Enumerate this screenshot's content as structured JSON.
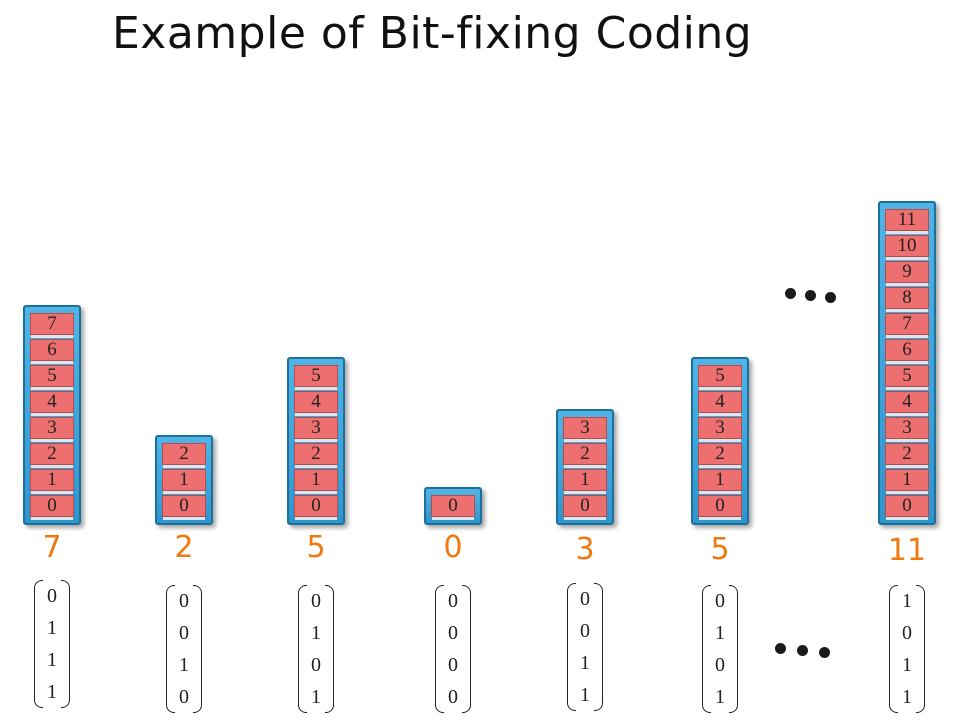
{
  "title": "Example of Bit-fixing Coding",
  "stacks": [
    {
      "count": "7",
      "slots": [
        "7",
        "6",
        "5",
        "4",
        "3",
        "2",
        "1",
        "0"
      ],
      "vector": [
        "0",
        "1",
        "1",
        "1"
      ]
    },
    {
      "count": "2",
      "slots": [
        "2",
        "1",
        "0"
      ],
      "vector": [
        "0",
        "0",
        "1",
        "0"
      ]
    },
    {
      "count": "5",
      "slots": [
        "5",
        "4",
        "3",
        "2",
        "1",
        "0"
      ],
      "vector": [
        "0",
        "1",
        "0",
        "1"
      ]
    },
    {
      "count": "0",
      "slots": [
        "0"
      ],
      "vector": [
        "0",
        "0",
        "0",
        "0"
      ]
    },
    {
      "count": "3",
      "slots": [
        "3",
        "2",
        "1",
        "0"
      ],
      "vector": [
        "0",
        "0",
        "1",
        "1"
      ]
    },
    {
      "count": "5",
      "slots": [
        "5",
        "4",
        "3",
        "2",
        "1",
        "0"
      ],
      "vector": [
        "0",
        "1",
        "0",
        "1"
      ]
    },
    {
      "count": "11",
      "slots": [
        "11",
        "10",
        "9",
        "8",
        "7",
        "6",
        "5",
        "4",
        "3",
        "2",
        "1",
        "0"
      ],
      "vector": [
        "1",
        "0",
        "1",
        "1"
      ]
    }
  ],
  "ellipsis_top": "...",
  "ellipsis_bottom": "...",
  "colors": {
    "count": "#f07a10",
    "slot": "#ee6f6f",
    "stack": "#2f95cd"
  }
}
